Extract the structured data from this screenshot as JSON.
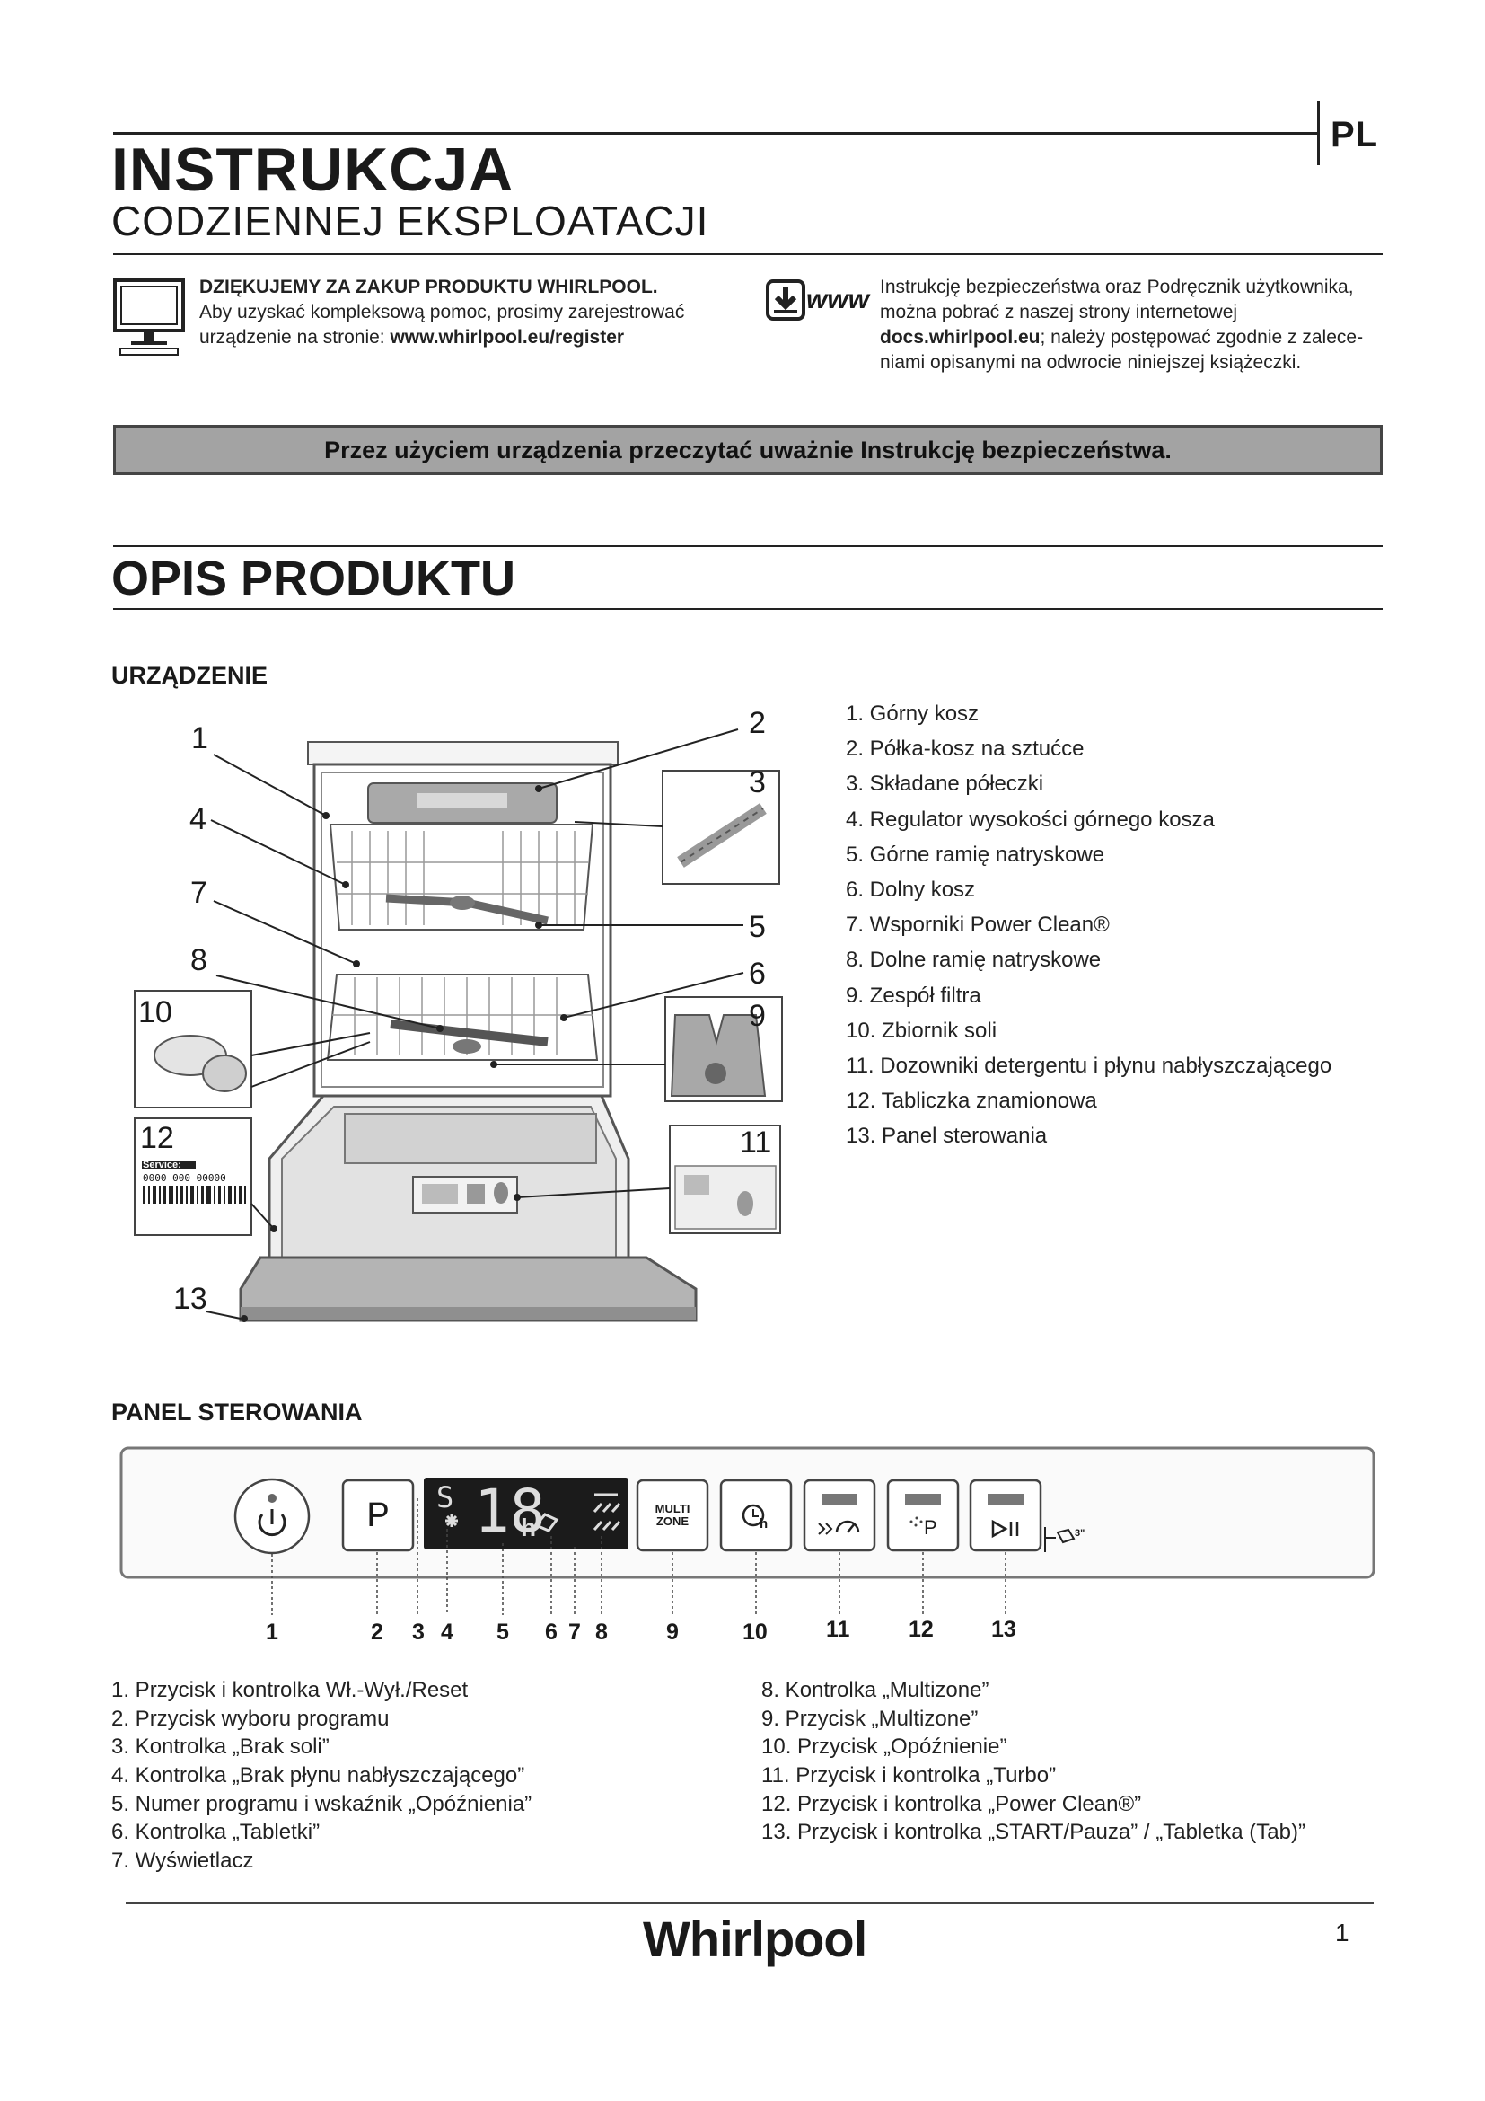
{
  "header": {
    "lang": "PL",
    "title_main": "INSTRUKCJA",
    "title_sub": "CODZIENNEJ EKSPLOATACJI"
  },
  "info_left": {
    "heading": "DZIĘKUJEMY ZA ZAKUP PRODUKTU WHIRLPOOL.",
    "line1": "Aby uzyskać kompleksową pomoc, prosimy zarejestrować",
    "line2_prefix": "urządzenie na stronie: ",
    "url": "www.whirlpool.eu/register"
  },
  "info_right": {
    "icon_label": "www",
    "line1": "Instrukcję bezpieczeństwa oraz Podręcznik użytkownika,",
    "line2": "można pobrać z naszej strony internetowej",
    "url": "docs.whirlpool.eu",
    "line3_suffix": "; należy postępować zgodnie z zalece-",
    "line4": "niami opisanymi na odwrocie niniejszej książeczki."
  },
  "warning": "Przez użyciem urządzenia przeczytać uważnie Instrukcję bezpieczeństwa.",
  "section_title": "OPIS PRODUKTU",
  "device": {
    "heading": "URZĄDZENIE",
    "callouts": [
      "1",
      "2",
      "3",
      "4",
      "5",
      "6",
      "7",
      "8",
      "9",
      "10",
      "11",
      "12",
      "13"
    ],
    "service_label": "Service:",
    "service_number": "0000 000 00000",
    "items": [
      "1. Górny kosz",
      "2. Półka-kosz na sztućce",
      "3. Składane półeczki",
      "4. Regulator wysokości górnego kosza",
      "5. Górne ramię natryskowe",
      "6. Dolny kosz",
      "7. Wsporniki Power Clean®",
      "8. Dolne ramię natryskowe",
      "9. Zespół filtra",
      "10. Zbiornik soli",
      "11. Dozowniki detergentu i płynu nabłyszczającego",
      "12. Tabliczka znamionowa",
      "13. Panel sterowania"
    ]
  },
  "panel": {
    "heading": "PANEL STEROWANIA",
    "btn_p": "P",
    "multi_line1": "MULTI",
    "multi_line2": "ZONE",
    "display_s": "S",
    "display_num": "18",
    "display_h": "h",
    "delay_h": "h",
    "power_clean_p": "P",
    "tab_3": "3\"",
    "numbers": [
      "1",
      "2",
      "3",
      "4",
      "5",
      "6",
      "7",
      "8",
      "9",
      "10",
      "11",
      "12",
      "13"
    ],
    "items_left": [
      "1. Przycisk i kontrolka Wł.-Wył./Reset",
      "2. Przycisk wyboru programu",
      "3. Kontrolka „Brak soli”",
      "4. Kontrolka „Brak płynu nabłyszczającego”",
      "5. Numer programu i wskaźnik „Opóźnienia”",
      "6. Kontrolka „Tabletki”",
      "7. Wyświetlacz"
    ],
    "items_right": [
      "8. Kontrolka „Multizone”",
      "9. Przycisk „Multizone”",
      "10. Przycisk „Opóźnienie”",
      "11. Przycisk i kontrolka „Turbo”",
      "12. Przycisk i kontrolka „Power Clean®”",
      "13. Przycisk i kontrolka „START/Pauza” / „Tabletka (Tab)”"
    ]
  },
  "footer": {
    "logo": "Whirlpool",
    "page": "1"
  }
}
